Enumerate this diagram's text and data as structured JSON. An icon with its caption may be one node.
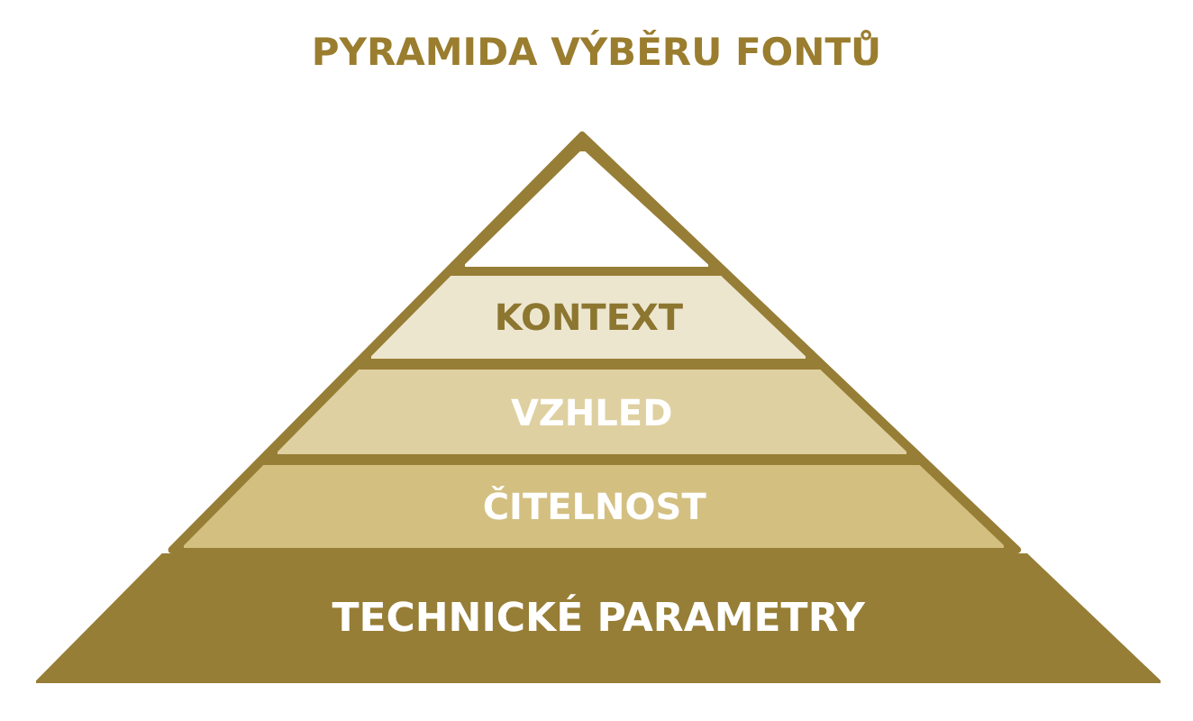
{
  "diagram": {
    "title": "PYRAMIDA VÝBĚRU FONTŮ",
    "nodes": [
      {
        "text": [],
        "shape": "triangle"
      },
      {
        "text": [
          "KONTEXT"
        ]
      },
      {
        "text": [
          "VZHLED"
        ]
      },
      {
        "text": [
          "ČITELNOST"
        ]
      },
      {
        "text": [
          "TECHNICKÉ PARAMETRY"
        ]
      }
    ]
  }
}
